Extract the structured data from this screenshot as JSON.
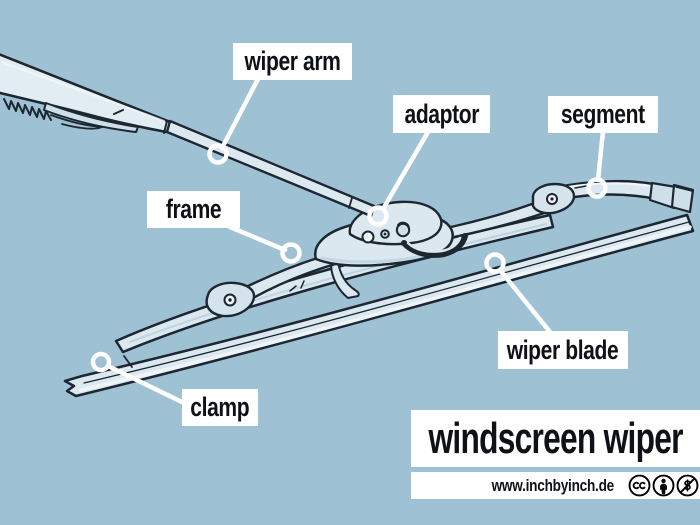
{
  "diagram": {
    "title": "windscreen wiper",
    "subject": "hand-drawn illustration of a windscreen wiper with labelled parts",
    "labels": {
      "wiper_arm": "wiper arm",
      "adaptor": "adaptor",
      "segment": "segment",
      "frame": "frame",
      "wiper_blade": "wiper blade",
      "clamp": "clamp"
    }
  },
  "footer": {
    "website": "www.inchbyinch.de",
    "license_icons": [
      "cc-icon",
      "attribution-icon",
      "noncommercial-icon"
    ]
  },
  "colors": {
    "background": "#9fc1d4",
    "label_background": "#ffffff",
    "text": "#0e1216",
    "ink_outline": "#1d2731",
    "illustration_fill": "#dce8f0",
    "illustration_shade": "#cfdfe9",
    "leader_line": "#ffffff"
  }
}
